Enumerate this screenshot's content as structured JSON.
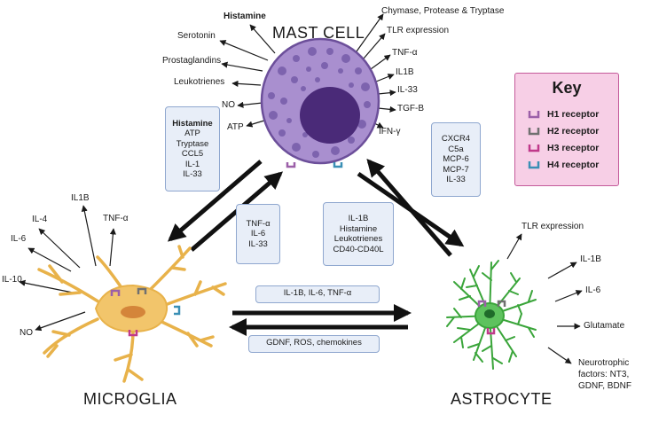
{
  "mast_cell": {
    "title": "MAST CELL",
    "outputs": [
      "Histamine",
      "Serotonin",
      "Prostaglandins",
      "Leukotrienes",
      "NO",
      "ATP",
      "Chymase, Protease & Tryptase",
      "TLR expression",
      "TNF-α",
      "IL1B",
      "IL-33",
      "TGF-B",
      "IFN-γ"
    ],
    "to_microglia_box": [
      "Histamine",
      "ATP",
      "Tryptase",
      "CCL5",
      "IL-1",
      "IL-33"
    ]
  },
  "microglia": {
    "title": "MICROGLIA",
    "outputs": [
      "IL1B",
      "IL-4",
      "IL-6",
      "TNF-α",
      "IL-10",
      "NO"
    ],
    "to_mast_box": [
      "TNF-α",
      "IL-6",
      "IL-33"
    ]
  },
  "astrocyte": {
    "title": "ASTROCYTE",
    "outputs": [
      "TLR expression",
      "IL-1B",
      "IL-6",
      "Glutamate",
      "Neurotrophic",
      "factors: NT3,",
      "GDNF, BDNF"
    ],
    "to_mast_box": [
      "CXCR4",
      "C5a",
      "MCP-6",
      "MCP-7",
      "IL-33"
    ]
  },
  "mast_to_astrocyte_box": [
    "IL-1B",
    "Histamine",
    "Leukotrienes",
    "CD40-CD40L"
  ],
  "microglia_to_astrocyte": "IL-1B, IL-6, TNF-α",
  "astrocyte_to_microglia": "GDNF, ROS, chemokines",
  "key": {
    "title": "Key",
    "items": [
      {
        "label": "H1 receptor",
        "color": "#9b5fa8"
      },
      {
        "label": "H2 receptor",
        "color": "#707070"
      },
      {
        "label": "H3 receptor",
        "color": "#c0398a"
      },
      {
        "label": "H4 receptor",
        "color": "#3a8fb5"
      }
    ]
  },
  "colors": {
    "mast_cell": "#a98fcf",
    "microglia": "#f2c56b",
    "astrocyte": "#5ec25e",
    "box_fill": "#e8eef8",
    "box_border": "#8fa7cf"
  }
}
